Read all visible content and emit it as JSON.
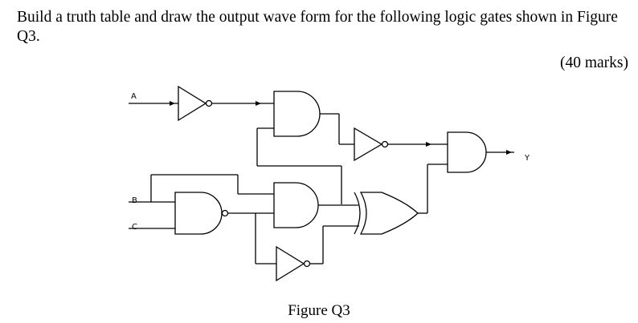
{
  "question": {
    "text": "Build a truth table and draw the output wave form for the following logic gates shown in Figure Q3.",
    "marks": "(40 marks)"
  },
  "figure": {
    "caption": "Figure Q3",
    "inputs": {
      "a": "A",
      "b": "B",
      "c": "C"
    },
    "output": "Y"
  }
}
